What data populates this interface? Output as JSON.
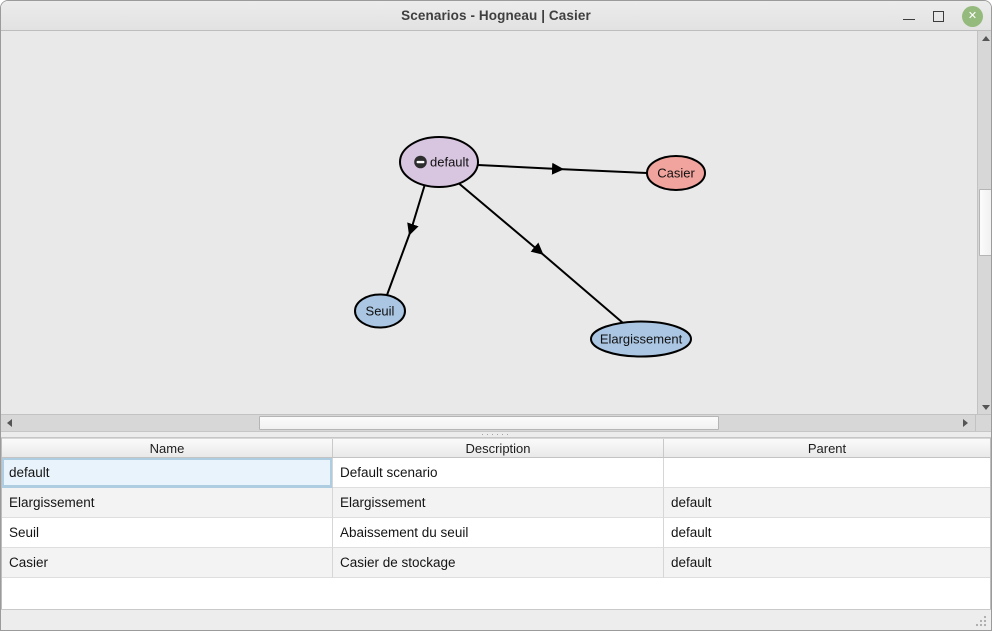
{
  "window": {
    "title": "Scenarios - Hogneau | Casier"
  },
  "graph": {
    "nodes": [
      {
        "label": "default",
        "fill": "#d8c5e0",
        "badge": "minus-circle"
      },
      {
        "label": "Casier",
        "fill": "#f1a49d"
      },
      {
        "label": "Seuil",
        "fill": "#aac6e2"
      },
      {
        "label": "Elargissement",
        "fill": "#aac6e2"
      }
    ],
    "edges": [
      {
        "from": "default",
        "to": "Casier"
      },
      {
        "from": "default",
        "to": "Seuil"
      },
      {
        "from": "default",
        "to": "Elargissement"
      }
    ]
  },
  "table": {
    "columns": [
      "Name",
      "Description",
      "Parent"
    ],
    "rows": [
      {
        "name": "default",
        "description": "Default scenario",
        "parent": ""
      },
      {
        "name": "Elargissement",
        "description": "Elargissement",
        "parent": "default"
      },
      {
        "name": "Seuil",
        "description": "Abaissement du seuil",
        "parent": "default"
      },
      {
        "name": "Casier",
        "description": "Casier de stockage",
        "parent": "default"
      }
    ],
    "selected_cell": {
      "row": "default",
      "column": "Name"
    }
  },
  "splitter_dots": "······",
  "colors": {
    "graph_background": "#e9e9e9",
    "node_default_fill": "#d8c5e0",
    "node_casier_fill": "#f1a49d",
    "node_blue_fill": "#aac6e2",
    "edge_color": "#000000",
    "selected_cell_bg": "#e9f3fb",
    "selected_cell_border": "#aecde0",
    "close_button_bg": "#95ba7d"
  }
}
